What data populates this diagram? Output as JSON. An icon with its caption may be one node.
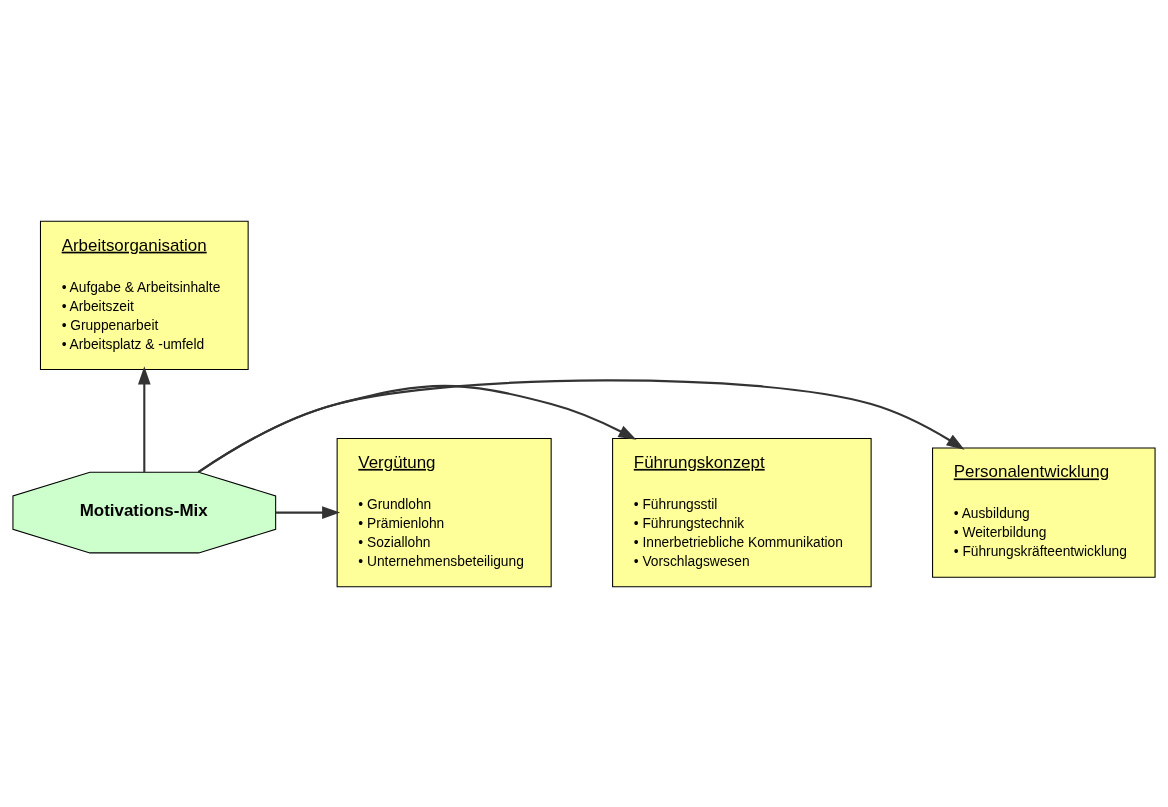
{
  "diagram": {
    "nodes": [
      {
        "text": [
          "Arbeitsorganisation",
          "• Aufgabe & Arbeitsinhalte",
          "• Arbeitszeit",
          "• Gruppenarbeit",
          "• Arbeitsplatz & -umfeld"
        ]
      },
      {
        "text": [
          "Personalentwicklung",
          "• Ausbildung",
          "• Weiterbildung",
          "• Führungskräfteentwicklung"
        ]
      },
      {
        "text": [
          "Motivations-Mix"
        ]
      },
      {
        "text": [
          "Führungskonzept",
          "• Führungsstil",
          "• Führungstechnik",
          "• Innerbetriebliche Kommunikation",
          "• Vorschlagswesen"
        ]
      },
      {
        "text": [
          "Vergütung",
          "• Grundlohn",
          "• Prämienlohn",
          "• Soziallohn",
          "• Unternehmensbeteiligung"
        ]
      }
    ],
    "edges": [
      {
        "from": 2,
        "to": 0,
        "arrow": "to"
      },
      {
        "from": 2,
        "to": 1,
        "arrow": "to"
      },
      {
        "from": 2,
        "to": 3,
        "arrow": "to"
      },
      {
        "from": 2,
        "to": 4,
        "arrow": "to"
      }
    ]
  }
}
